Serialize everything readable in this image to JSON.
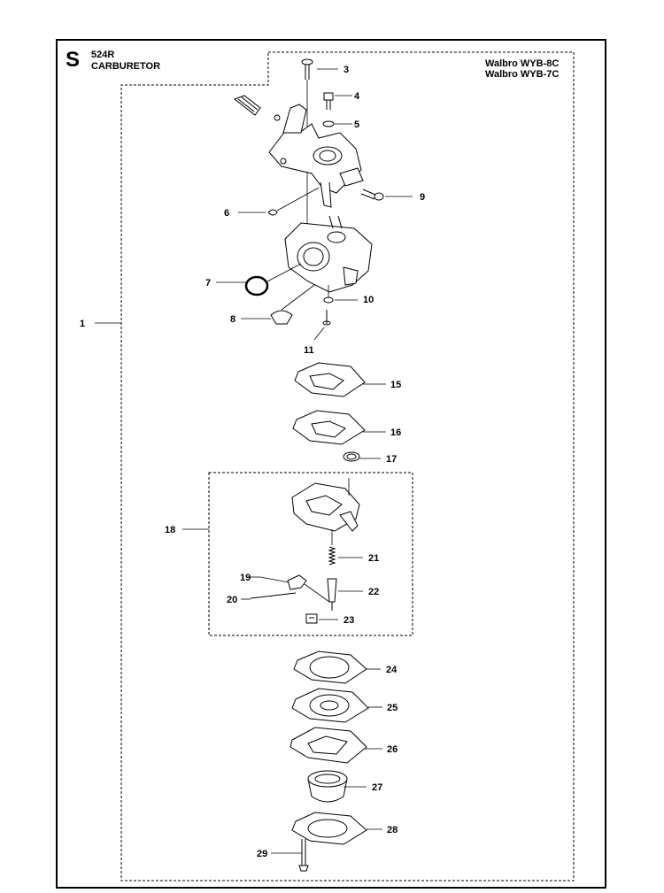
{
  "header": {
    "section_letter": "S",
    "model": "524R",
    "title": "CARBURETOR",
    "carburetors": [
      "Walbro WYB-8C",
      "Walbro WYB-7C"
    ]
  },
  "callouts": [
    "1",
    "3",
    "4",
    "5",
    "6",
    "7",
    "8",
    "9",
    "10",
    "11",
    "15",
    "16",
    "17",
    "18",
    "19",
    "20",
    "21",
    "22",
    "23",
    "24",
    "25",
    "26",
    "27",
    "28",
    "29"
  ]
}
